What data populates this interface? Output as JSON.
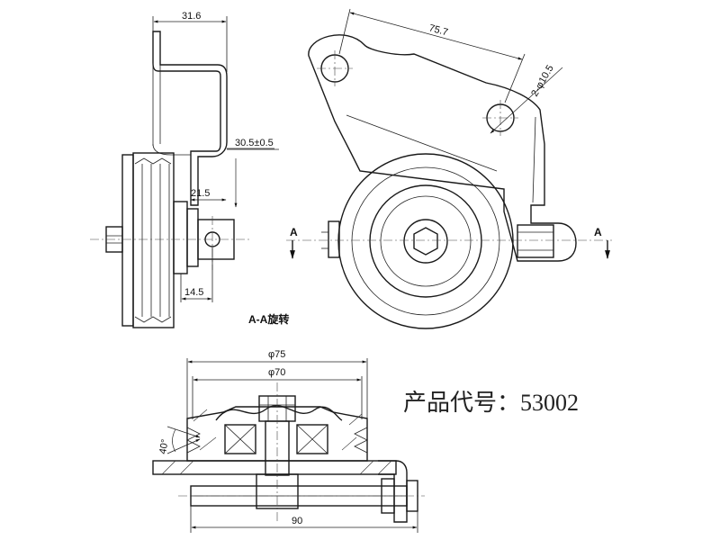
{
  "dimensions": {
    "width_31_6": "31.6",
    "height_30_5": "30.5±0.5",
    "width_21_5": "21.5",
    "width_14_5": "14.5",
    "spacing_75_7": "75.7",
    "holes": "2-φ10.5",
    "dia_75": "φ75",
    "dia_70": "φ70",
    "angle_40": "40°",
    "length_90": "90"
  },
  "section": {
    "marker_left": "A",
    "marker_right": "A",
    "rotated_label": "A-A旋转"
  },
  "product_code": "产品代号：53002"
}
